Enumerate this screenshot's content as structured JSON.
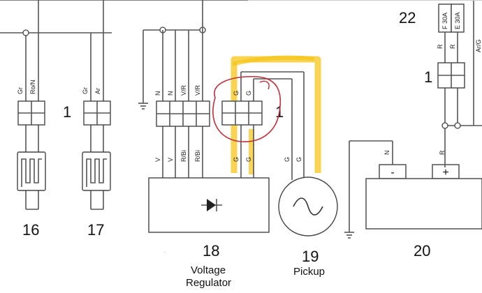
{
  "components": {
    "c16": {
      "number": "16",
      "wire_left": "Gr",
      "wire_right": "Ro/N"
    },
    "c17": {
      "number": "17",
      "wire_left": "Gr",
      "wire_right": "Ar"
    },
    "c18": {
      "number": "18",
      "caption_line1": "Voltage",
      "caption_line2": "Regulator",
      "top_wires": [
        "N",
        "N",
        "V/R",
        "V/R"
      ],
      "bottom_wires": [
        "V",
        "V",
        "R/Bi",
        "R/Bi"
      ]
    },
    "c19": {
      "number": "19",
      "caption": "Pickup",
      "top_wires": [
        "G",
        "G"
      ],
      "bottom_wires_left": [
        "G",
        "G"
      ],
      "bottom_wires_right": [
        "G",
        "G"
      ]
    },
    "c20": {
      "number": "20",
      "neg_label": "N",
      "pos_label": "R",
      "neg_symbol": "-",
      "pos_symbol": "+"
    },
    "c22": {
      "number": "22",
      "fuse_f": "F 30A",
      "fuse_e": "E 30A",
      "wire_r1": "R",
      "wire_r2": "R",
      "wire_far": "Ar/G"
    }
  },
  "connector_labels": {
    "c16_17": "1",
    "c18_19": "1",
    "c22": "1"
  },
  "colors": {
    "highlight": "#f5c518",
    "circle": "#c0303a",
    "wire": "#555555"
  },
  "icons": [
    "ground-icon",
    "diode-icon",
    "ac-wave-icon",
    "heater-coil-icon"
  ]
}
